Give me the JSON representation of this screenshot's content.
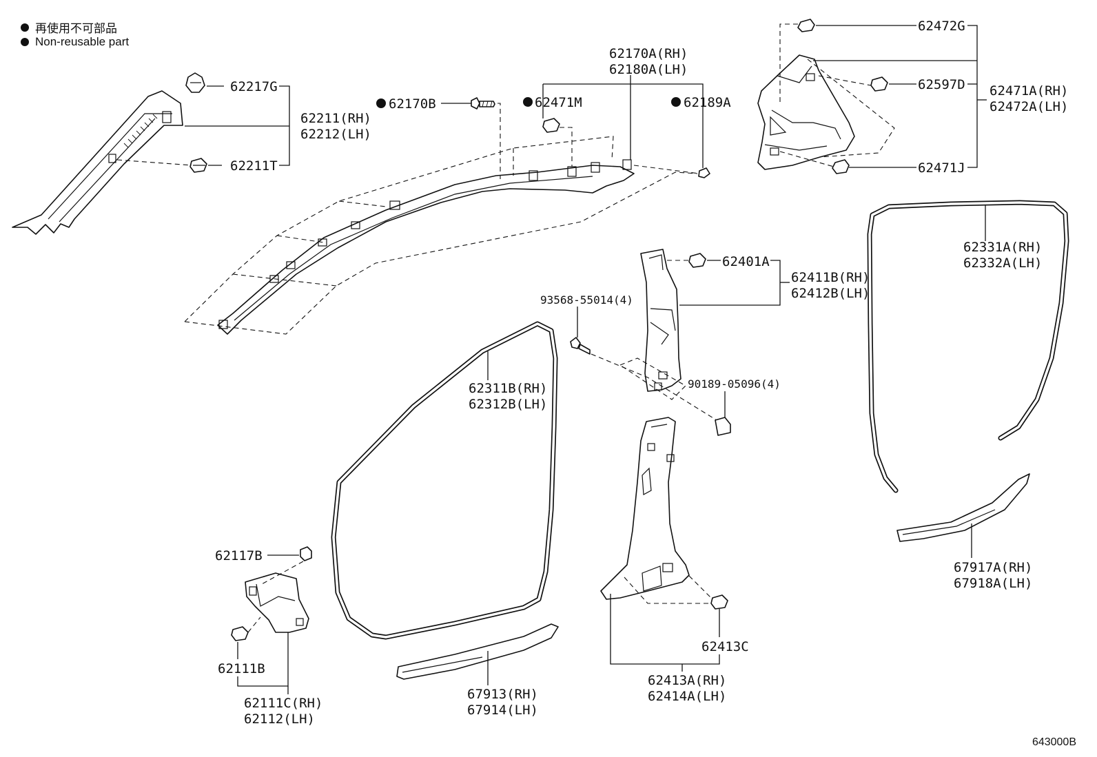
{
  "legend": {
    "jp": "再使用不可部品",
    "en": "Non-reusable part"
  },
  "reference_code": "643000B",
  "labels": {
    "p62217G": "62217G",
    "p62211RH": "62211(RH)",
    "p62212LH": "62212(LH)",
    "p62211T": "62211T",
    "p62170B": "62170B",
    "p62471M": "62471M",
    "p62170ARH": "62170A(RH)",
    "p62180ALH": "62180A(LH)",
    "p62189A": "62189A",
    "p62472G": "62472G",
    "p62597D": "62597D",
    "p62471ARH": "62471A(RH)",
    "p62472ALH": "62472A(LH)",
    "p62471J": "62471J",
    "p62331ARH": "62331A(RH)",
    "p62332ALH": "62332A(LH)",
    "p62401A": "62401A",
    "p62411BRH": "62411B(RH)",
    "p62412BLH": "62412B(LH)",
    "p93568": "93568-55014(4)",
    "p90189": "90189-05096(4)",
    "p62311BRH": "62311B(RH)",
    "p62312BLH": "62312B(LH)",
    "p62117B": "62117B",
    "p62111B": "62111B",
    "p62111CRH": "62111C(RH)",
    "p62112LH": "62112(LH)",
    "p67913RH": "67913(RH)",
    "p67914LH": "67914(LH)",
    "p62413C": "62413C",
    "p62413ARH": "62413A(RH)",
    "p62414ALH": "62414A(LH)",
    "p67917ARH": "67917A(RH)",
    "p67918ALH": "67918A(LH)"
  },
  "non_reusable_parts": [
    "62170B",
    "62471M",
    "62189A"
  ]
}
